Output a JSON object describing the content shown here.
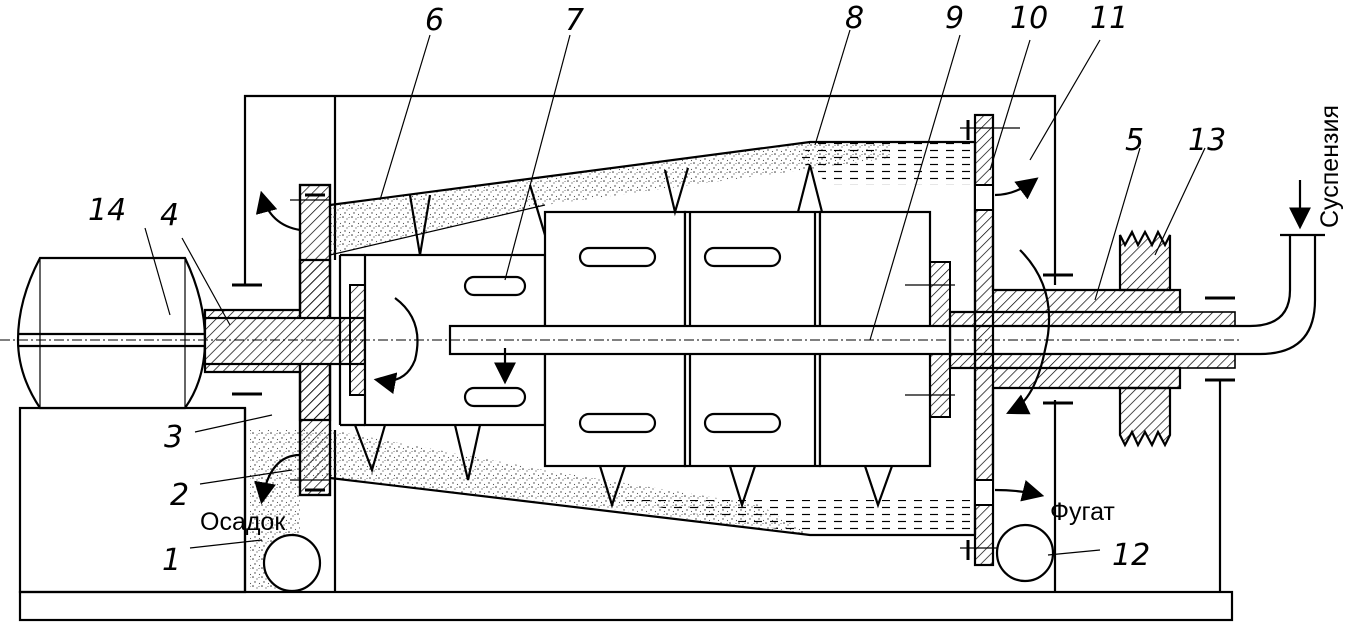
{
  "labels": {
    "n1": "1",
    "n2": "2",
    "n3": "3",
    "n4": "4",
    "n5": "5",
    "n6": "6",
    "n7": "7",
    "n8": "8",
    "n9": "9",
    "n10": "10",
    "n11": "11",
    "n12": "12",
    "n13": "13",
    "n14": "14"
  },
  "words": {
    "sediment": "Осадок",
    "filtrate": "Фугат",
    "suspension": "Суспензия"
  },
  "colors": {
    "ink": "#000000",
    "paper": "#ffffff",
    "sediment_fill": "#555555"
  }
}
